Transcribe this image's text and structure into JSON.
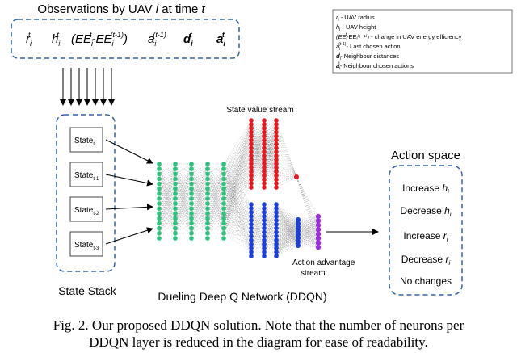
{
  "observations": {
    "title_prefix": "Observations by UAV ",
    "title_var": "i",
    "title_suffix": " at time ",
    "title_time": "t",
    "vars": [
      {
        "base": "r",
        "sub": "i",
        "sup": "t"
      },
      {
        "base": "h",
        "sub": "i",
        "sup": "t"
      },
      {
        "base": "(EE",
        "sub": "i",
        "sup": "t",
        "mid": "-EE",
        "sub2": "i",
        "sup2": "(t-1)",
        "tail": ")"
      },
      {
        "base": "a",
        "sub": "i",
        "sup": "(t-1)"
      },
      {
        "base": "d",
        "sub": "i",
        "sup": "t",
        "bold": true
      },
      {
        "base": "a",
        "sub": "i",
        "sup": "t",
        "bold": true
      }
    ]
  },
  "legend": {
    "items": [
      {
        "sym": "r",
        "sub": "i",
        "sup": "",
        "text": " - UAV radius"
      },
      {
        "sym": "h",
        "sub": "i",
        "sup": "",
        "text": " - UAV height"
      },
      {
        "sym": "(EE",
        "sub": "i",
        "sup": "t",
        "text": "-EEᵢ⁽ᵗ⁻¹⁾) - change in UAV energy efficiency"
      },
      {
        "sym": "a",
        "sub": "i",
        "sup": "(t-1)",
        "text": "- Last chosen action"
      },
      {
        "sym": "d",
        "sub": "i",
        "sup": "t",
        "text": "- Neighbour distances",
        "bold": true
      },
      {
        "sym": "a",
        "sub": "i",
        "sup": "t",
        "text": "- Neighbour chosen actions",
        "bold": true
      }
    ]
  },
  "state_stack": {
    "label": "State Stack",
    "states": [
      {
        "base": "State",
        "sub": "t"
      },
      {
        "base": "State",
        "sub": "t-1"
      },
      {
        "base": "State",
        "sub": "t-2"
      },
      {
        "base": "State",
        "sub": "t-3"
      }
    ]
  },
  "network": {
    "value_stream_label": "State value stream",
    "advantage_stream_label_1": "Action advantage",
    "advantage_stream_label_2": "stream",
    "title": "Dueling Deep Q Network (DDQN)",
    "colors": {
      "input": "#2ec27e",
      "value": "#e01b24",
      "advantage": "#1c3fd6",
      "output": "#9b30d9",
      "edge": "#222222"
    }
  },
  "action_space": {
    "title": "Action space",
    "actions": [
      {
        "text": "Increase ",
        "var": "h",
        "sub": "i"
      },
      {
        "text": "Decrease ",
        "var": "h",
        "sub": "i"
      },
      {
        "text": "Increase ",
        "var": "r",
        "sub": "i"
      },
      {
        "text": "Decrease ",
        "var": "r",
        "sub": "i"
      },
      {
        "text": "No changes",
        "var": "",
        "sub": ""
      }
    ]
  },
  "caption": {
    "line1": "Fig. 2.  Our proposed DDQN solution. Note that the number of neurons per",
    "line2": "DDQN layer is reduced in the diagram for ease of readability."
  }
}
